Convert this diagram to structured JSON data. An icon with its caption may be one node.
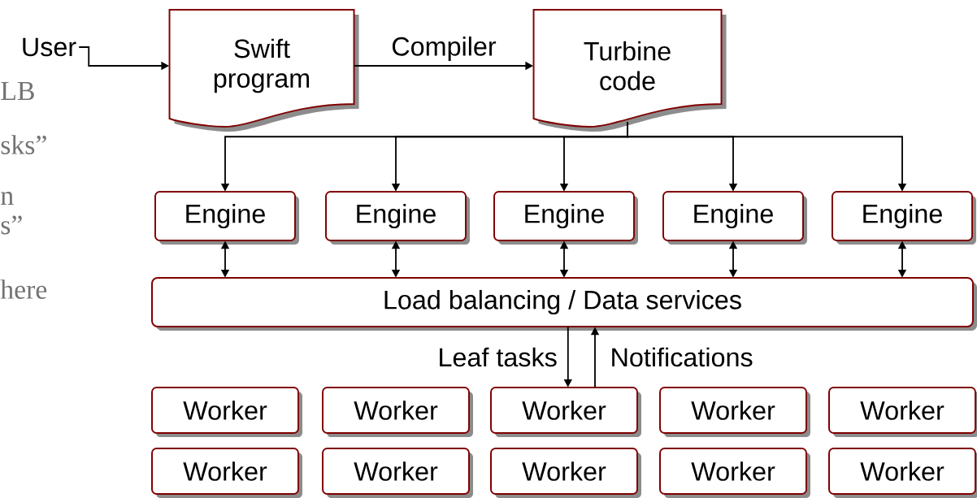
{
  "diagram": {
    "nodes": [
      {
        "text": [
          "User"
        ]
      },
      {
        "text": [
          "Swift program"
        ]
      },
      {
        "text": [
          "Turbine code"
        ]
      },
      {
        "text": [
          "Engine"
        ]
      },
      {
        "text": [
          "Engine"
        ]
      },
      {
        "text": [
          "Engine"
        ]
      },
      {
        "text": [
          "Engine"
        ]
      },
      {
        "text": [
          "Engine"
        ]
      },
      {
        "text": [
          "Load balancing / Data services"
        ]
      },
      {
        "text": [
          "Worker"
        ]
      },
      {
        "text": [
          "Worker"
        ]
      },
      {
        "text": [
          "Worker"
        ]
      },
      {
        "text": [
          "Worker"
        ]
      },
      {
        "text": [
          "Worker"
        ]
      },
      {
        "text": [
          "Worker"
        ]
      },
      {
        "text": [
          "Worker"
        ]
      },
      {
        "text": [
          "Worker"
        ]
      },
      {
        "text": [
          "Worker"
        ]
      },
      {
        "text": [
          "Worker"
        ]
      }
    ],
    "edges": [
      {
        "from": 0,
        "to": 1,
        "arrow": "to"
      },
      {
        "from": 1,
        "to": 2,
        "arrow": "to",
        "label": "Compiler"
      },
      {
        "from": 2,
        "to": 3,
        "arrow": "to"
      },
      {
        "from": 2,
        "to": 4,
        "arrow": "to"
      },
      {
        "from": 2,
        "to": 5,
        "arrow": "to"
      },
      {
        "from": 2,
        "to": 6,
        "arrow": "to"
      },
      {
        "from": 2,
        "to": 7,
        "arrow": "to"
      },
      {
        "from": 3,
        "to": 8,
        "arrow": "both"
      },
      {
        "from": 4,
        "to": 8,
        "arrow": "both"
      },
      {
        "from": 5,
        "to": 8,
        "arrow": "both"
      },
      {
        "from": 6,
        "to": 8,
        "arrow": "both"
      },
      {
        "from": 7,
        "to": 8,
        "arrow": "both"
      },
      {
        "from": 8,
        "to": 11,
        "arrow": "to",
        "label": "Leaf tasks"
      },
      {
        "from": 11,
        "to": 8,
        "arrow": "to",
        "label": "Notifications"
      }
    ],
    "labels": [
      "LB",
      "sks”",
      "n",
      "s”",
      "here"
    ]
  }
}
